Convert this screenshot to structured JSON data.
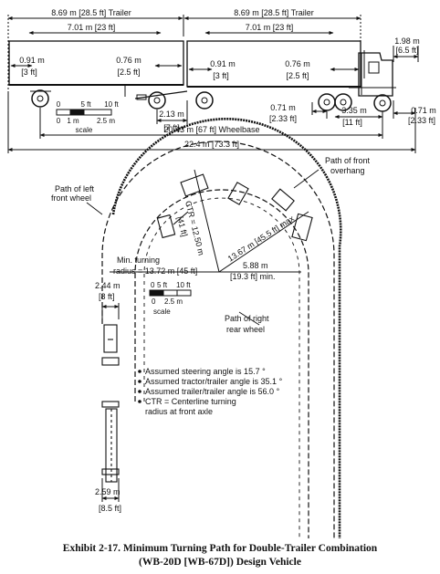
{
  "elevation": {
    "trailer1_length": "8.69 m [28.5 ft] Trailer",
    "trailer2_length": "8.69 m [28.5 ft] Trailer",
    "trailer1_inner": "7.01 m [23 ft]",
    "trailer2_inner": "7.01 m [23 ft]",
    "t1_front_oh_m": "0.91 m",
    "t1_front_oh_ft": "[3 ft]",
    "t1_rear_oh_m": "0.76 m",
    "t1_rear_oh_ft": "[2.5 ft]",
    "t2_front_oh_m": "0.91 m",
    "t2_front_oh_ft": "[3 ft]",
    "t2_rear_oh_m": "0.76 m",
    "t2_rear_oh_ft": "[2.5 ft]",
    "cab_overhang_m": "1.98 m",
    "cab_overhang_ft": "[6.5 ft]",
    "dolly_m": "2.13 m",
    "dolly_ft": "[7 ft]",
    "tractor_a_m": "0.71 m",
    "tractor_a_ft": "[2.33 ft]",
    "tractor_wb_m": "3.35 m",
    "tractor_wb_ft": "[11 ft]",
    "front_oh_m": "0.71 m",
    "front_oh_ft": "[2.33 ft]",
    "wheelbase": "20.43 m [67 ft] Wheelbase",
    "overall": "22.4 m [73.3 ft]",
    "scale": {
      "t0": "0",
      "t5": "5 ft",
      "t10": "10 ft",
      "b0": "0",
      "b1": "1 m",
      "b25": "2.5 m",
      "label": "scale"
    }
  },
  "plan": {
    "left_wheel": [
      "Path of left",
      "front wheel"
    ],
    "front_overhang": [
      "Path of front",
      "overhang"
    ],
    "ctr": [
      "CTR = 12.50 m",
      "[41 ft]"
    ],
    "max_radius": "13.67 m [45.5 ft] max",
    "min_turning": [
      "Min. turning",
      "radius = 13.72 m [45 ft]"
    ],
    "inner_radius": [
      "5.88 m",
      "[19.3 ft] min."
    ],
    "width_top_m": "2.44 m",
    "width_top_ft": "[8 ft]",
    "scale": {
      "t0": "0",
      "t5": "5 ft",
      "t10": "10 ft",
      "b0": "0",
      "b25": "2.5 m",
      "label": "scale"
    },
    "right_wheel": [
      "Path of right",
      "rear wheel"
    ],
    "notes": [
      "Assumed steering angle is 15.7 °",
      "Assumed tractor/trailer angle is 35.1 °",
      "Assumed trailer/trailer angle is 56.0 °",
      "CTR = Centerline turning",
      "radius at front axle"
    ],
    "width_bottom_m": "2.59 m",
    "width_bottom_ft": "[8.5 ft]"
  },
  "caption": {
    "line1": "Exhibit 2-17.  Minimum Turning Path for Double-Trailer Combination",
    "line2": "(WB-20D [WB-67D]) Design Vehicle"
  }
}
